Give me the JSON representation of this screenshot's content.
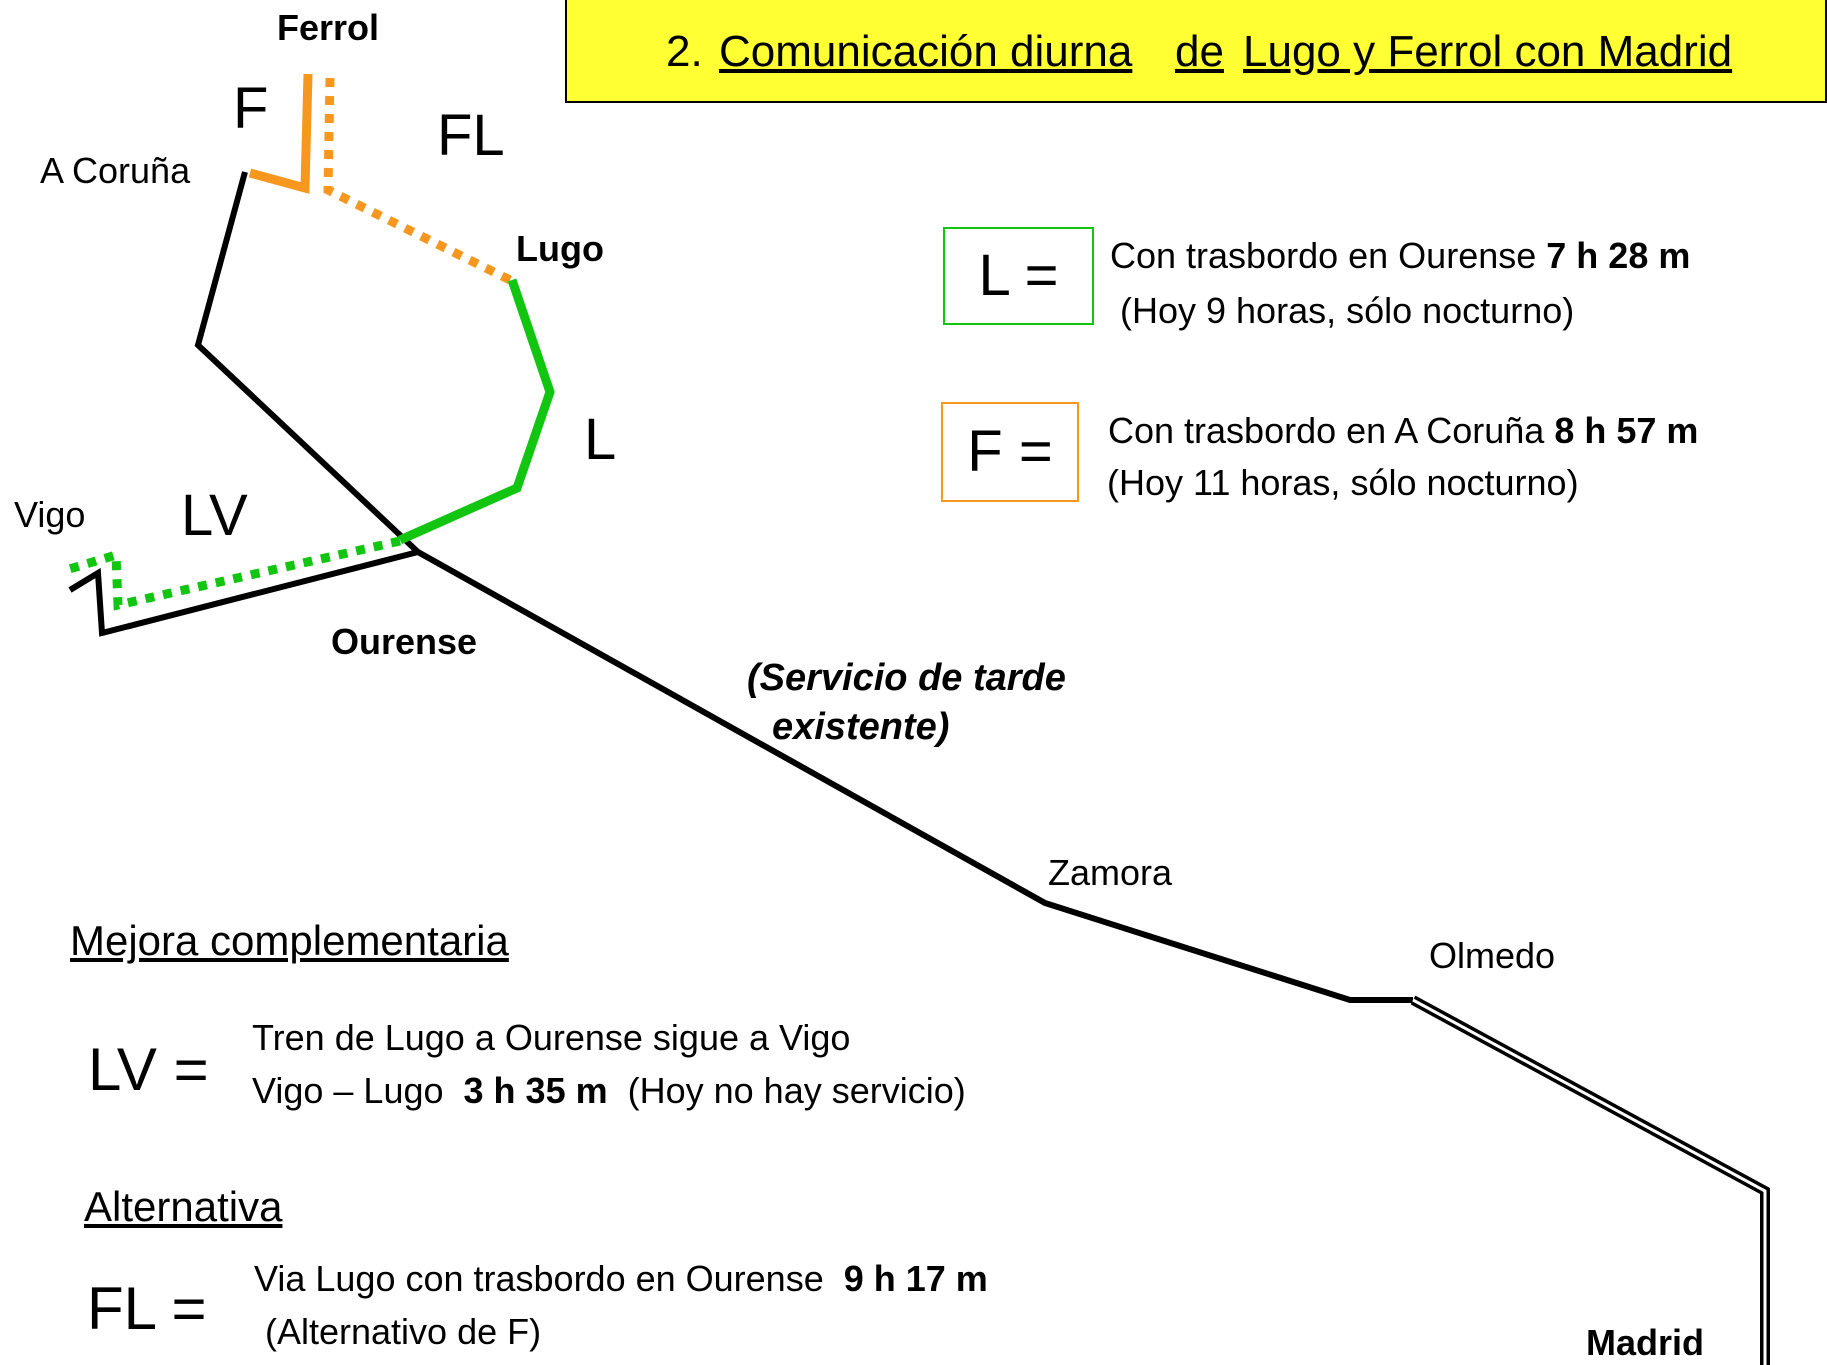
{
  "title": {
    "number": "2.",
    "part1": "Comunicación diurna",
    "part2": "de",
    "part3": "Lugo y Ferrol con Madrid"
  },
  "colors": {
    "title_bg": "#ffff33",
    "line_main": "#000000",
    "line_L": "#11c511",
    "line_F": "#f7971e"
  },
  "map": {
    "cities": {
      "ferrol": "Ferrol",
      "coruna": "A Coruña",
      "lugo": "Lugo",
      "vigo": "Vigo",
      "ourense": "Ourense",
      "zamora": "Zamora",
      "olmedo": "Olmedo",
      "madrid": "Madrid"
    },
    "route_labels": {
      "F": "F",
      "FL": "FL",
      "L": "L",
      "LV": "LV"
    },
    "note": {
      "line1": "(Servicio de tarde",
      "line2": "existente)"
    }
  },
  "legend": {
    "L": {
      "key": "L =",
      "line1_text": "Con trasbordo en Ourense",
      "line1_time": "7 h 28 m",
      "line2": "(Hoy 9 horas, sólo nocturno)"
    },
    "F": {
      "key": "F =",
      "line1_text": "Con trasbordo en A Coruña",
      "line1_time": "8 h 57 m",
      "line2": "(Hoy 11 horas, sólo nocturno)"
    }
  },
  "mejora": {
    "heading": "Mejora complementaria",
    "key": "LV =",
    "line1": "Tren de Lugo a Ourense sigue a Vigo",
    "line2_text": "Vigo – Lugo",
    "line2_time": "3 h 35 m",
    "line2_note": "(Hoy no hay servicio)"
  },
  "alternativa": {
    "heading": "Alternativa",
    "key": "FL =",
    "line1_text": "Via Lugo con trasbordo en Ourense",
    "line1_time": "9 h 17 m",
    "line2": "(Alternativo de F)"
  }
}
